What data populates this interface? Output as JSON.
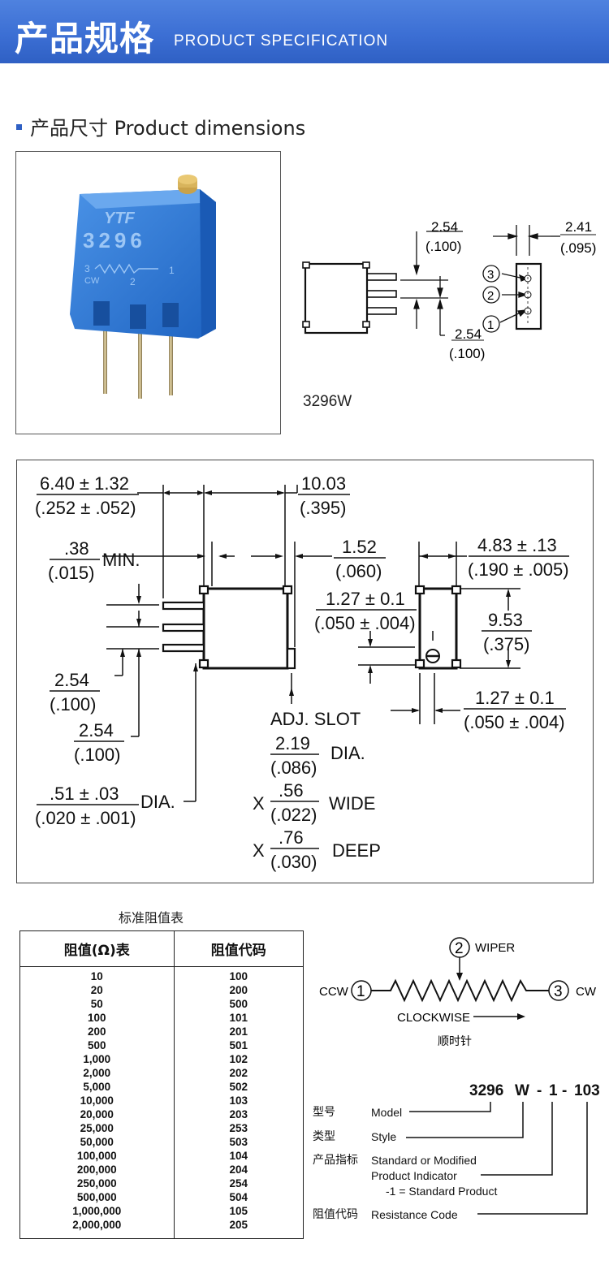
{
  "banner": {
    "title_cn": "产品规格",
    "title_en": "PRODUCT SPECIFICATION"
  },
  "section": {
    "title": "产品尺寸 Product dimensions"
  },
  "photo": {
    "brand": "YTF",
    "part_number": "3296",
    "pin_marks": [
      "3",
      "1",
      "CW",
      "2"
    ]
  },
  "top_drawing": {
    "model_label": "3296W",
    "pitch_mm": "2.54",
    "pitch_in": "(.100)",
    "pitch2_mm": "2.54",
    "pitch2_in": "(.100)",
    "width_mm": "2.41",
    "width_in": "(.095)",
    "pins": [
      "3",
      "2",
      "1"
    ]
  },
  "dimensions": {
    "d1_mm": "6.40 ± 1.32",
    "d1_in": "(.252 ± .052)",
    "d2_mm": "10.03",
    "d2_in": "(.395)",
    "d3_mm": ".38",
    "d3_in": "(.015)",
    "d3_suffix": "MIN.",
    "d4_mm": "1.52",
    "d4_in": "(.060)",
    "d5_mm": "4.83 ± .13",
    "d5_in": "(.190 ± .005)",
    "d6_mm": "1.27 ± 0.1",
    "d6_in": "(.050 ± .004)",
    "d7_mm": "9.53",
    "d7_in": "(.375)",
    "d8_mm": "2.54",
    "d8_in": "(.100)",
    "d9_mm": "2.54",
    "d9_in": "(.100)",
    "d10_mm": "1.27 ± 0.1",
    "d10_in": "(.050 ± .004)",
    "adj_label": "ADJ. SLOT",
    "slot_dia_mm": "2.19",
    "slot_dia_in": "(.086)",
    "slot_dia_label": "DIA.",
    "slot_w_prefix": "X",
    "slot_w_mm": ".56",
    "slot_w_in": "(.022)",
    "slot_w_label": "WIDE",
    "slot_d_prefix": "X",
    "slot_d_mm": ".76",
    "slot_d_in": "(.030)",
    "slot_d_label": "DEEP",
    "pin_mm": ".51 ± .03",
    "pin_in": "(.020 ± .001)",
    "pin_label": "DIA."
  },
  "resistance_table": {
    "title": "标准阻值表",
    "headers": [
      "阻值(Ω)表",
      "阻值代码"
    ],
    "rows": [
      [
        "10",
        "100"
      ],
      [
        "20",
        "200"
      ],
      [
        "50",
        "500"
      ],
      [
        "100",
        "101"
      ],
      [
        "200",
        "201"
      ],
      [
        "500",
        "501"
      ],
      [
        "1,000",
        "102"
      ],
      [
        "2,000",
        "202"
      ],
      [
        "5,000",
        "502"
      ],
      [
        "10,000",
        "103"
      ],
      [
        "20,000",
        "203"
      ],
      [
        "25,000",
        "253"
      ],
      [
        "50,000",
        "503"
      ],
      [
        "100,000",
        "104"
      ],
      [
        "200,000",
        "204"
      ],
      [
        "250,000",
        "254"
      ],
      [
        "500,000",
        "504"
      ],
      [
        "1,000,000",
        "105"
      ],
      [
        "2,000,000",
        "205"
      ]
    ]
  },
  "schematic": {
    "pin2": "2",
    "pin2_label": "WIPER",
    "pin1": "1",
    "pin1_label": "CCW",
    "pin3": "3",
    "pin3_label": "CW",
    "direction": "CLOCKWISE",
    "direction_cn": "顺时针"
  },
  "ordering": {
    "code_model": "3296",
    "code_style": "W",
    "code_dash1": "-",
    "code_indicator": "1",
    "code_dash2": "-",
    "code_resist": "103",
    "lines": [
      {
        "cn": "型号",
        "en": "Model"
      },
      {
        "cn": "类型",
        "en": "Style"
      },
      {
        "cn": "产品指标",
        "en": "Standard or Modified",
        "en2": "Product Indicator",
        "note": "-1 = Standard Product"
      },
      {
        "cn": "阻值代码",
        "en": "Resistance Code"
      }
    ]
  },
  "colors": {
    "banner": "#3c6fd4",
    "bullet": "#2f60c4",
    "body_blue": "#2f78d8",
    "pin_gold": "#c9a24a"
  }
}
